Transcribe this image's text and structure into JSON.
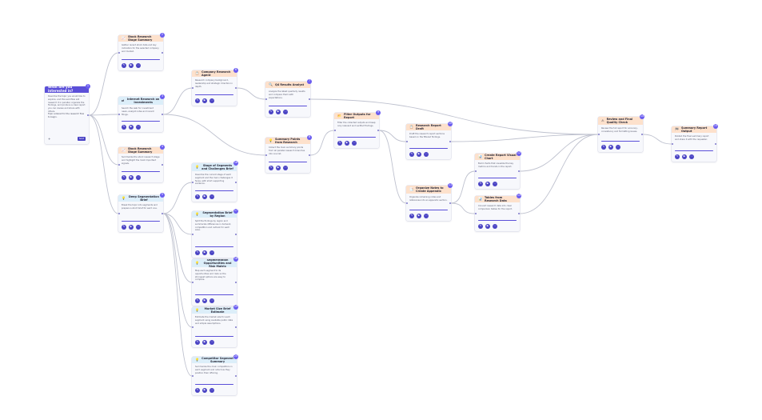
{
  "colors": {
    "accent": "#5b4fd8",
    "orange_header": "#fde1cc",
    "blue_header": "#dceef9",
    "edge": "#bfc2cf"
  },
  "start": {
    "title": "What are you interested in?",
    "desc": "Describe the topic you would like to explore, and this workflow will research it in parallel, organize the findings, and produce a clear report you can review and share with others.",
    "input": "Topic entered for the research flow to begin.",
    "plus": "+",
    "send": "Send",
    "badge": "1"
  },
  "nodes": [
    {
      "id": "n1",
      "variant": "orange",
      "icon": "📈",
      "title": "Stock Research Stage Summary",
      "desc": "Gather recent stock data and key indicators for the selected company and market.",
      "badge": "2"
    },
    {
      "id": "n2",
      "variant": "blue",
      "icon": "⇄",
      "title": "Internet Research on Investments",
      "desc": "Search the web for investment news, analyst notes and recent filings.",
      "badge": "3"
    },
    {
      "id": "n3",
      "variant": "orange",
      "icon": "📈",
      "title": "Stock Research Stage Summary",
      "desc": "Summarize the stock research stage and highlight the most important signals.",
      "badge": "4"
    },
    {
      "id": "n4",
      "variant": "blue",
      "icon": "💡",
      "title": "Deep Segmentation Brief",
      "desc": "Break the topic into segments and prepare a short brief for each one.",
      "badge": "5"
    },
    {
      "id": "n5",
      "variant": "orange",
      "icon": "📋",
      "title": "Company Research Agent",
      "desc": "Research company background, leadership and strategic direction in depth.",
      "badge": "6"
    },
    {
      "id": "n6",
      "variant": "orange",
      "icon": "🔍",
      "title": "Q4 Results Analyst",
      "desc": "Analyze the latest quarterly results and compare them with expectations.",
      "badge": "7"
    },
    {
      "id": "n7",
      "variant": "orange",
      "icon": "💡",
      "title": "Summary Points from Research",
      "desc": "Collect the main summary points from all parallel research branches into one list.",
      "badge": "8"
    },
    {
      "id": "n8",
      "variant": "orange",
      "icon": "📂",
      "title": "Filter Outputs for Report",
      "desc": "Filter the collected outputs and keep only relevant and verified findings.",
      "badge": "9"
    },
    {
      "id": "n9",
      "variant": "orange",
      "icon": "📋",
      "title": "Research Report Draft",
      "desc": "Draft the research report sections based on the filtered findings.",
      "badge": "10"
    },
    {
      "id": "n10",
      "variant": "orange",
      "icon": "📑",
      "title": "Organize Notes to Create Appendix",
      "desc": "Organize remaining notes and references into an appendix section.",
      "badge": "11"
    },
    {
      "id": "n11",
      "variant": "orange",
      "icon": "📊",
      "title": "Create Report Visual Chart",
      "desc": "Build charts that visualize the key metrics and trends in the report.",
      "badge": "12"
    },
    {
      "id": "n12",
      "variant": "orange",
      "icon": "📊",
      "title": "Tables from Research Data",
      "desc": "Convert research data into clear comparison tables for the report.",
      "badge": "13"
    },
    {
      "id": "n13",
      "variant": "orange",
      "icon": "⚠",
      "title": "Review and Final Quality Check",
      "desc": "Review the full report for accuracy, consistency and formatting issues.",
      "badge": "14"
    },
    {
      "id": "n14",
      "variant": "orange",
      "icon": "🏁",
      "title": "Summary Report Output",
      "desc": "Publish the final summary report and share it with the requester.",
      "badge": "15"
    },
    {
      "id": "n15",
      "variant": "blue",
      "icon": "💡",
      "title": "Stage of Segments and Challenges Brief",
      "desc": "Describe the current stage of each segment and the main challenges it faces, with short supporting evidence.",
      "badge": "16"
    },
    {
      "id": "n16",
      "variant": "blue",
      "icon": "💡",
      "title": "Segmentation Brief by Region",
      "desc": "Split the findings by region and summarize differences in demand, competition and outlook for each area.",
      "badge": "17"
    },
    {
      "id": "n17",
      "variant": "blue",
      "icon": "💡",
      "title": "Segmentation Opportunities and Risk Matrix",
      "desc": "Map each segment to its opportunities and risks so the strongest options are easy to compare.",
      "badge": "18"
    },
    {
      "id": "n18",
      "variant": "blue",
      "icon": "💡",
      "title": "Market Size Brief Estimate",
      "desc": "Estimate the market size for each segment using available public data and simple assumptions.",
      "badge": "19"
    },
    {
      "id": "n19",
      "variant": "blue",
      "icon": "💡",
      "title": "Competitor Segment Summary",
      "desc": "Summarize the main competitors in each segment and note how they position their offering.",
      "badge": "20"
    }
  ],
  "actions": {
    "edit": "✎",
    "run": "▶",
    "more": "⋯"
  }
}
